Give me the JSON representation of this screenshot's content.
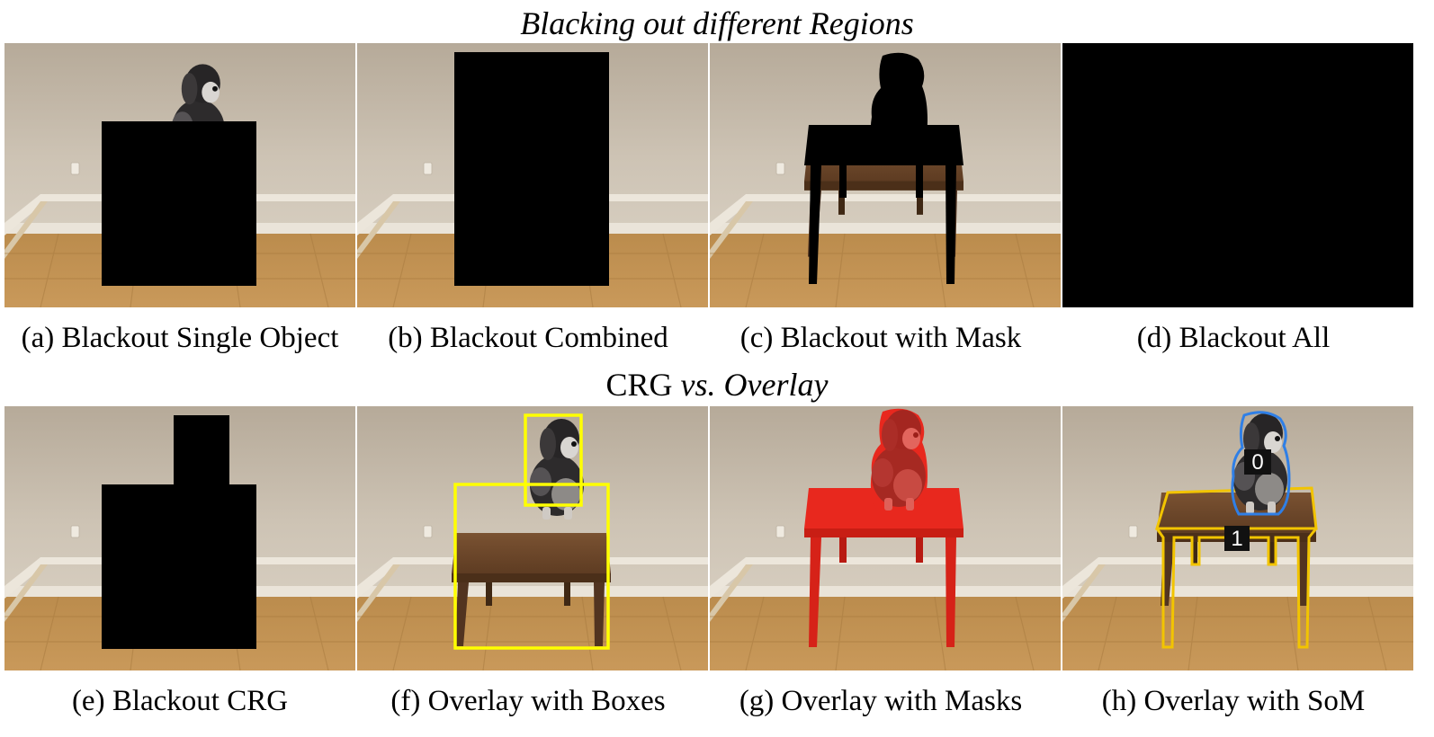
{
  "figure": {
    "row1_heading": "Blacking out different Regions",
    "row2_heading": {
      "prefix": "CRG ",
      "italic": "vs. Overlay"
    },
    "panels": [
      {
        "id": "a",
        "caption": "(a) Blackout Single Object"
      },
      {
        "id": "b",
        "caption": "(b) Blackout Combined"
      },
      {
        "id": "c",
        "caption": "(c) Blackout with Mask"
      },
      {
        "id": "d",
        "caption": "(d) Blackout All"
      },
      {
        "id": "e",
        "caption": "(e) Blackout CRG"
      },
      {
        "id": "f",
        "caption": "(f) Overlay with Boxes"
      },
      {
        "id": "g",
        "caption": "(g) Overlay with Masks"
      },
      {
        "id": "h",
        "caption": "(h) Overlay with SoM"
      }
    ],
    "som_labels": [
      "0",
      "1"
    ],
    "colors": {
      "box_yellow": "#ffff00",
      "mask_red": "#e8281e",
      "som_blue": "#2f7fe6",
      "som_yellow": "#f2c400"
    }
  }
}
